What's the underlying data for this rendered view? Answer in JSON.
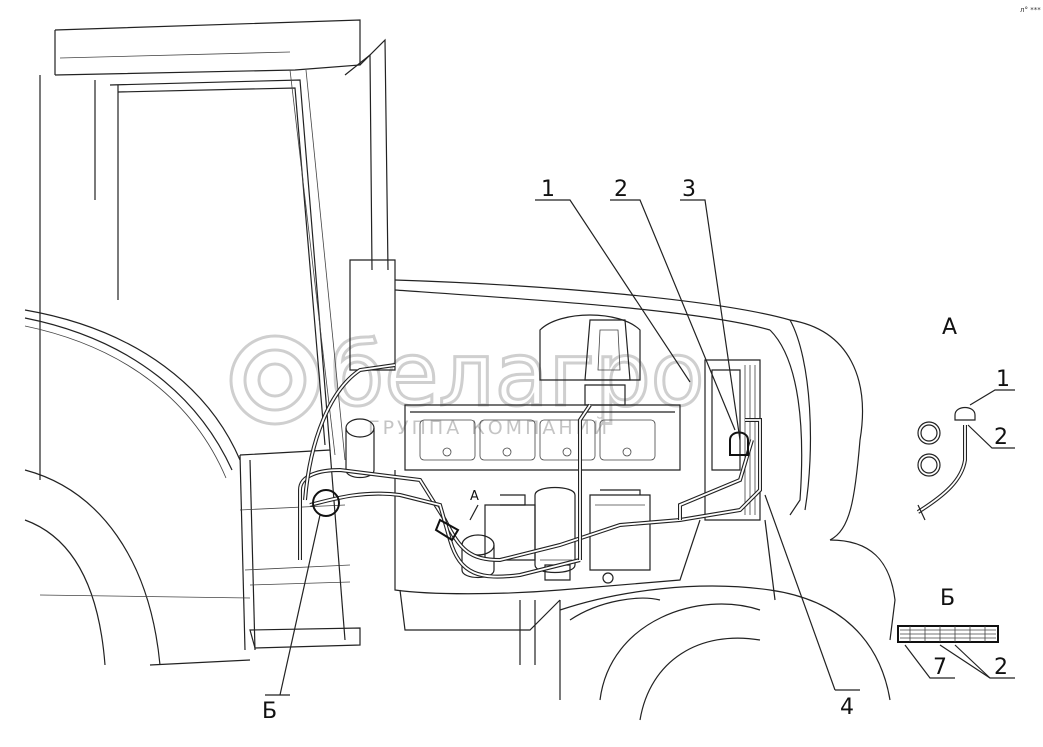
{
  "corner_mark": "л° ***",
  "watermark": {
    "brand": "белагро",
    "subtitle": "ГРУППА КОМПАНИЙ"
  },
  "callouts": {
    "c1": "1",
    "c2": "2",
    "c3": "3",
    "c4": "4",
    "b_main": "Б",
    "a_small": "А"
  },
  "detail_a": {
    "title": "А",
    "c1": "1",
    "c2": "2"
  },
  "detail_b": {
    "title": "Б",
    "c7": "7",
    "c2": "2"
  }
}
